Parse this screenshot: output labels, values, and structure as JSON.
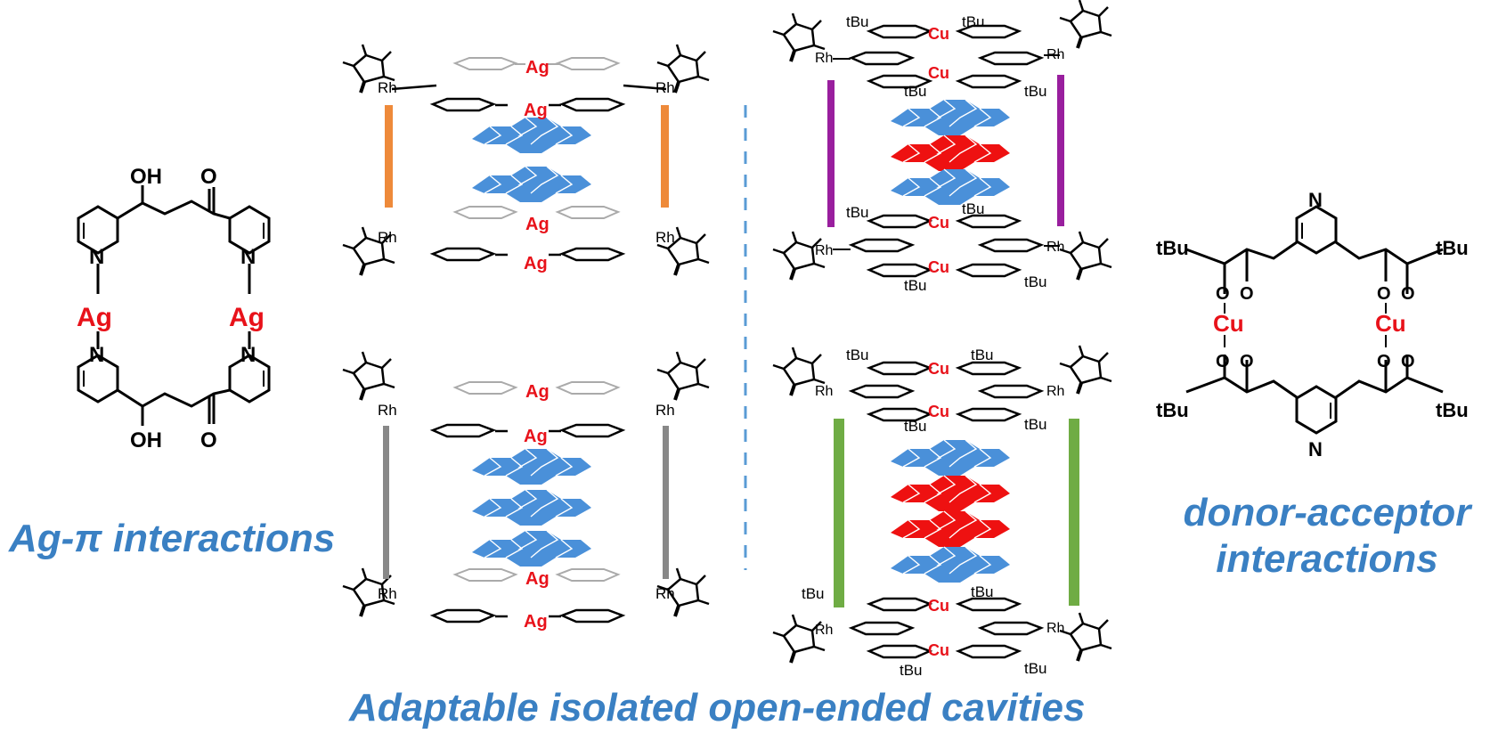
{
  "colors": {
    "accent_blue": "#3a80c3",
    "metal_red": "#e8121a",
    "guest_blue": "#4a90d9",
    "guest_red": "#ee1111",
    "pillar_orange": "#ee8a3a",
    "pillar_gray": "#888888",
    "pillar_purple": "#991f9e",
    "pillar_green": "#6fac44",
    "divider": "#5a9bd5"
  },
  "captions": {
    "left": "Ag-π interactions",
    "right_line1": "donor-acceptor",
    "right_line2": "interactions",
    "bottom": "Adaptable isolated open-ended cavities"
  },
  "atoms": {
    "ag": "Ag",
    "cu": "Cu",
    "rh": "Rh",
    "n": "N",
    "o": "O",
    "oh": "OH",
    "tbu": "tBu"
  }
}
